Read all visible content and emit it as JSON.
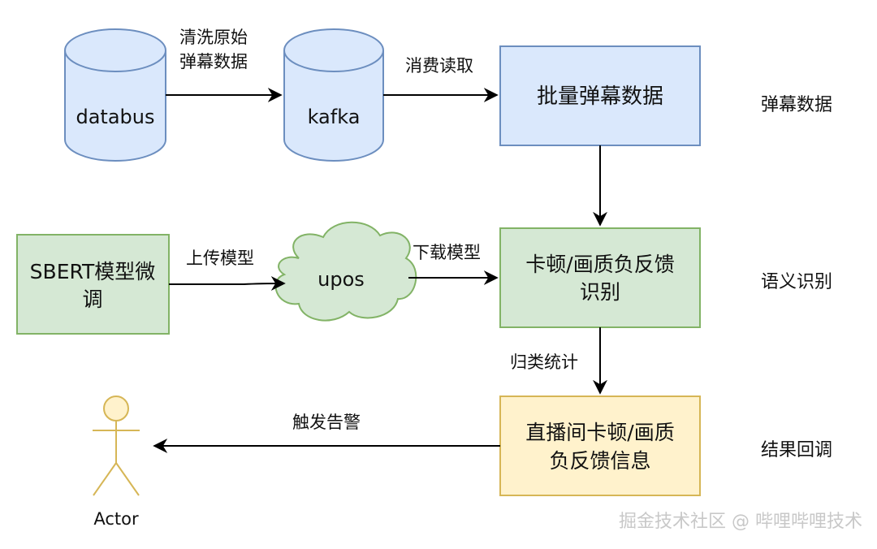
{
  "nodes": {
    "databus": "databus",
    "kafka": "kafka",
    "batch": "批量弹幕数据",
    "sbert": [
      "SBERT模型微",
      "调"
    ],
    "upos": "upos",
    "recognize": [
      "卡顿/画质负反馈",
      "识别"
    ],
    "result": [
      "直播间卡顿/画质",
      "负反馈信息"
    ],
    "actor": "Actor"
  },
  "edges": {
    "clean": [
      "清洗原始",
      "弹幕数据"
    ],
    "consume": "消费读取",
    "upload": "上传模型",
    "download": "下载模型",
    "classify": "归类统计",
    "alert": "触发告警"
  },
  "stages": [
    "弹幕数据",
    "语义识别",
    "结果回调"
  ],
  "watermark": "掘金技术社区 @ 哔哩哔哩技术",
  "colors": {
    "blue_fill": "#dae8fc",
    "blue_stroke": "#6c8ebf",
    "green_fill": "#d5e8d4",
    "green_stroke": "#82b366",
    "yellow_fill": "#fff2cc",
    "yellow_stroke": "#d6b656"
  }
}
